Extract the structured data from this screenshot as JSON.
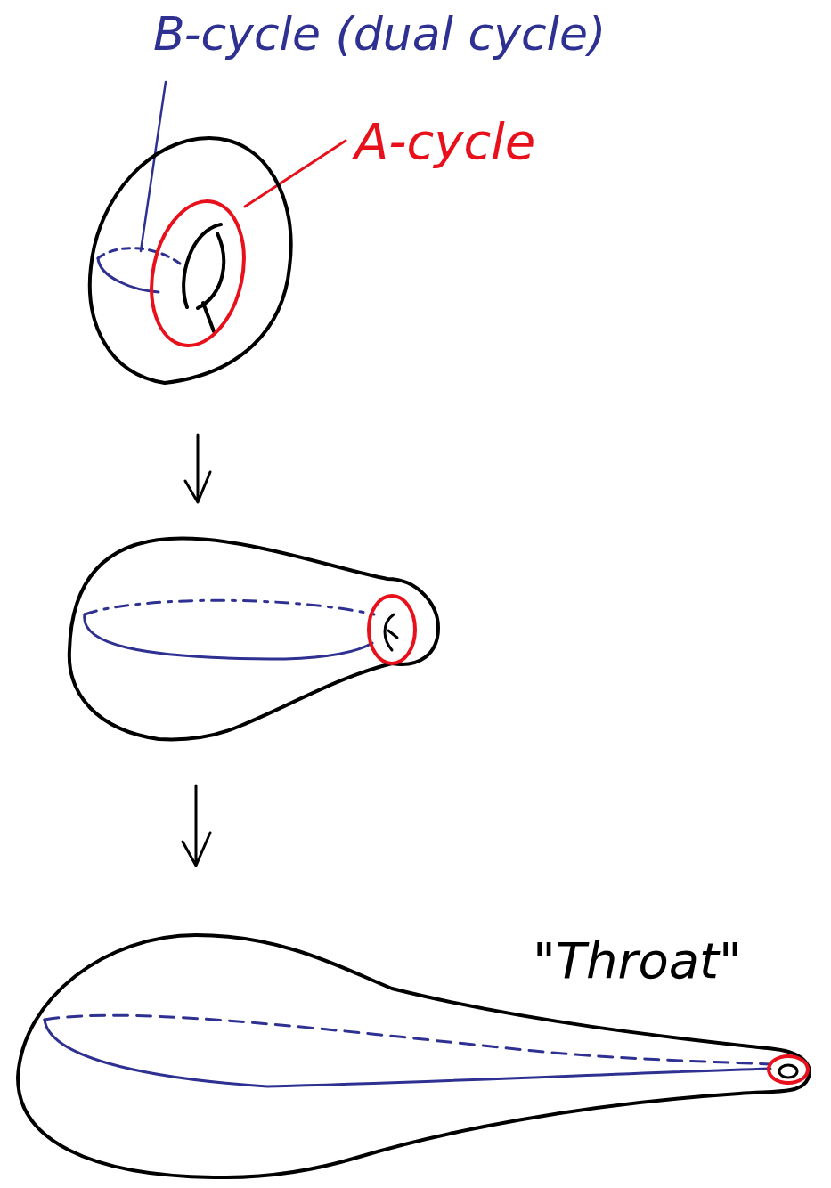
{
  "diagram": {
    "labels": [
      "B-cycle (dual cycle)",
      "A-cycle",
      "\"Throat\""
    ]
  }
}
